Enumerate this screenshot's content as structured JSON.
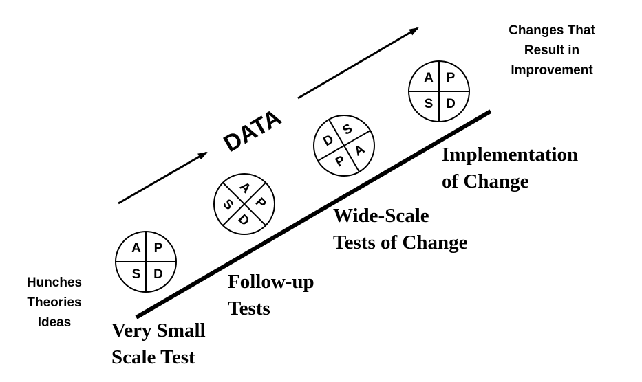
{
  "colors": {
    "ink": "#000000",
    "background": "#ffffff"
  },
  "left_note": [
    "Hunches",
    "Theories",
    "Ideas"
  ],
  "goal_note": [
    "Changes That",
    "Result in",
    "Improvement"
  ],
  "data_label": "DATA",
  "stages": [
    {
      "lines": [
        "Very Small",
        "Scale Test"
      ]
    },
    {
      "lines": [
        "Follow-up",
        "Tests"
      ]
    },
    {
      "lines": [
        "Wide-Scale",
        "Tests of Change"
      ]
    },
    {
      "lines": [
        "Implementation",
        "of Change"
      ]
    }
  ],
  "cycles": [
    {
      "quadrants": [
        "A",
        "P",
        "S",
        "D"
      ]
    },
    {
      "quadrants": [
        "A",
        "P",
        "S",
        "D"
      ]
    },
    {
      "quadrants": [
        "D",
        "S",
        "P",
        "A"
      ]
    },
    {
      "quadrants": [
        "A",
        "P",
        "S",
        "D"
      ]
    }
  ]
}
